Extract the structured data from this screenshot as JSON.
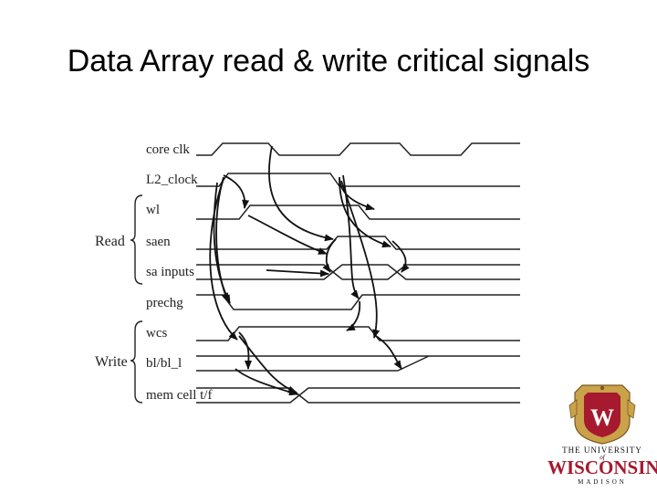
{
  "slide": {
    "title": "Data Array read & write critical signals"
  },
  "diagram": {
    "signals": [
      {
        "id": "core_clk",
        "label": "core clk"
      },
      {
        "id": "l2_clock",
        "label": "L2_clock"
      },
      {
        "id": "wl",
        "label": "wl"
      },
      {
        "id": "saen",
        "label": "saen"
      },
      {
        "id": "sa_inputs",
        "label": "sa inputs"
      },
      {
        "id": "prechg",
        "label": "prechg"
      },
      {
        "id": "wcs",
        "label": "wcs"
      },
      {
        "id": "bl_bl",
        "label": "bl/bl_l"
      },
      {
        "id": "mem_cell",
        "label": "mem cell t/f"
      }
    ],
    "groups": [
      {
        "id": "read",
        "label": "Read"
      },
      {
        "id": "write",
        "label": "Write"
      }
    ]
  },
  "logo": {
    "line1": "THE UNIVERSITY",
    "line2": "of",
    "line3": "WISCONSIN",
    "line4": "MADISON",
    "shield_letter": "W",
    "colors": {
      "shield": "#a6192e",
      "gold": "#c9a24a",
      "text": "#a6192e"
    }
  }
}
